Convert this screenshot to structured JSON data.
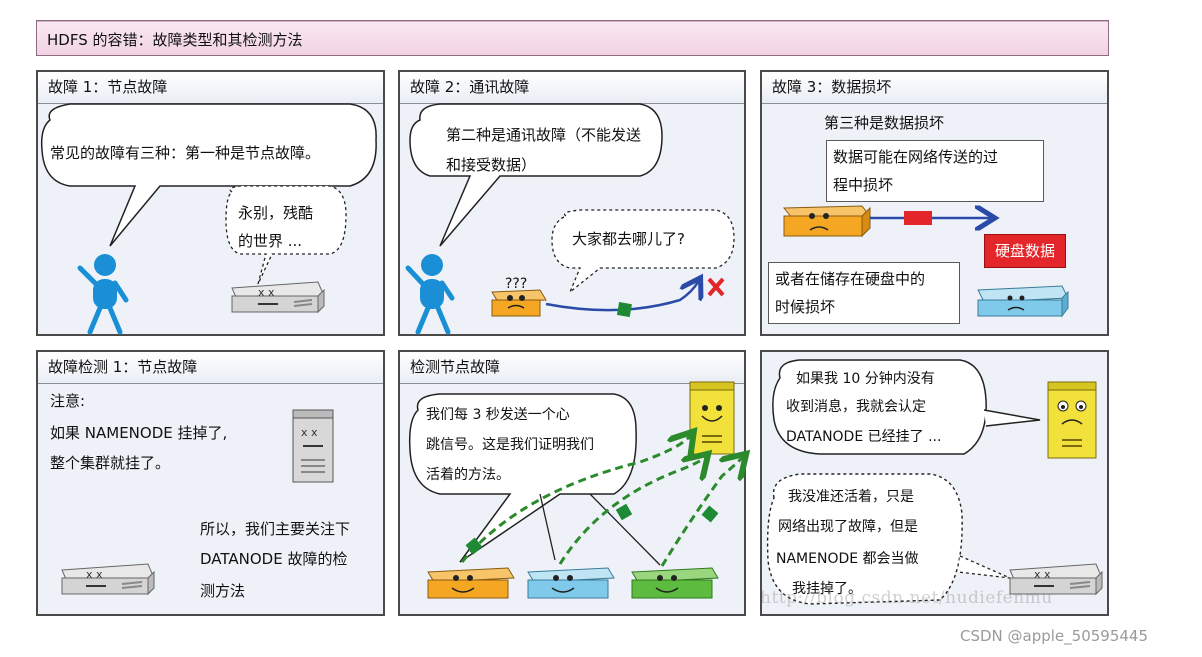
{
  "header": {
    "title": "HDFS 的容错：故障类型和其检测方法"
  },
  "panels": [
    {
      "heading": "故障 1：节点故障",
      "speech": "常见的故障有三种：第一种是节点故障。",
      "node_speech_lines": [
        "永别，残酷",
        "的世界 ..."
      ]
    },
    {
      "heading": "故障 2：通讯故障",
      "speech_lines": [
        "第二种是通讯故障（不能发送",
        "和接受数据）"
      ],
      "node_speech": "大家都去哪儿了?",
      "confused_marks": "???"
    },
    {
      "heading": "故障 3：数据损坏",
      "intro": "第三种是数据损坏",
      "network_box_lines": [
        "数据可能在网络传送的过",
        "程中损坏"
      ],
      "disk_tag": "硬盘数据",
      "disk_box_lines": [
        "或者在储存在硬盘中的",
        "时候损坏"
      ]
    },
    {
      "heading": "故障检测 1：节点故障",
      "note_lines": [
        "注意:",
        "如果 NAMENODE 挂掉了,",
        "整个集群就挂了。"
      ],
      "focus_lines": [
        "所以，我们主要关注下",
        "DATANODE 故障的检",
        "测方法"
      ]
    },
    {
      "heading": "检测节点故障",
      "heartbeat_lines": [
        "我们每 3 秒发送一个心",
        "跳信号。这是我们证明我们",
        "活着的方法。"
      ]
    },
    {
      "namenode_lines": [
        "如果我 10 分钟内没有",
        "收到消息，我就会认定",
        "DATANODE 已经挂了 ..."
      ],
      "datanode_lines": [
        "我没准还活着，只是",
        "网络出现了故障，但是",
        "NAMENODE 都会当做",
        "我挂掉了。"
      ]
    }
  ],
  "watermark": "http://blog.csdn.net/hudiefenmu",
  "credit": "CSDN @apple_50595445",
  "colors": {
    "title_bg": "#f1d3e3",
    "panel_bg": "#eef2f8",
    "stick_figure": "#1a8fd6",
    "node_orange": "#f5a623",
    "node_blue": "#7fcaea",
    "node_green": "#5dbb3f",
    "node_yellow": "#f2e13a",
    "arrow_blue": "#2b4aa8",
    "packet_green": "#1f8a35",
    "error_red": "#e3262a",
    "heartbeat": "#2b8a2b"
  },
  "icons": [
    "stick-figure-icon",
    "dead-server-icon",
    "confused-server-icon",
    "x-mark-icon",
    "sad-server-icon",
    "happy-server-icon",
    "namenode-tower-icon"
  ]
}
